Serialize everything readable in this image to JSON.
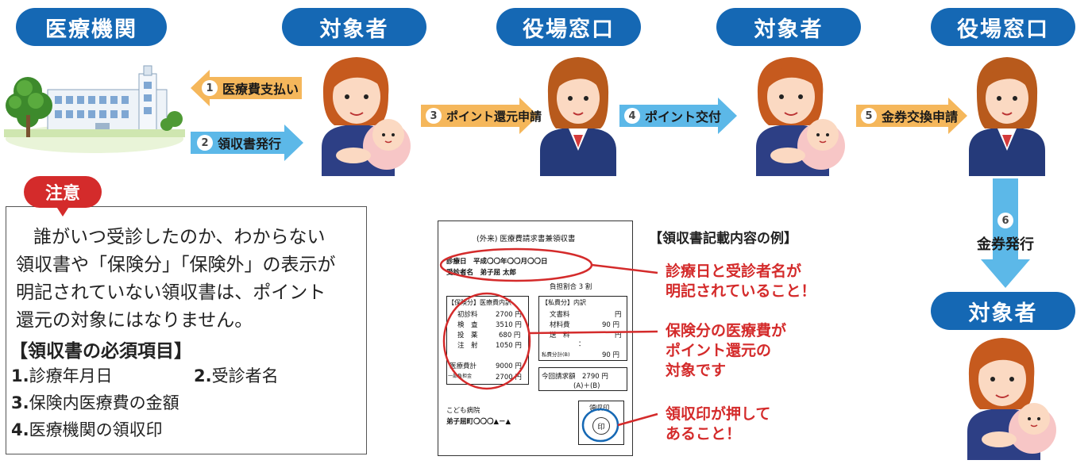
{
  "headers": {
    "medical": "医療機関",
    "target1": "対象者",
    "office1": "役場窓口",
    "target2": "対象者",
    "office2": "役場窓口",
    "target3": "対象者"
  },
  "steps": {
    "s1": {
      "num": "1",
      "label": "医療費支払い"
    },
    "s2": {
      "num": "2",
      "label": "領収書発行"
    },
    "s3": {
      "num": "3",
      "label": "ポイント還元申請"
    },
    "s4": {
      "num": "4",
      "label": "ポイント交付"
    },
    "s5": {
      "num": "5",
      "label": "金券交換申請"
    },
    "s6": {
      "num": "6",
      "label": "金券発行"
    }
  },
  "note": {
    "badge": "注意",
    "line1": "誰がいつ受診したのか、わからない",
    "line2": "領収書や「保険分」「保険外」の表示が",
    "line3": "明記されていない領収書は、ポイント",
    "line4": "還元の対象にはなりません。",
    "req_title": "【領収書の必須項目】",
    "req": [
      {
        "n": "1.",
        "t": "診療年月日"
      },
      {
        "n": "2.",
        "t": "受診者名"
      },
      {
        "n": "3.",
        "t": "保険内医療費の金額"
      },
      {
        "n": "4.",
        "t": "医療機関の領収印"
      }
    ]
  },
  "receipt": {
    "title": "(外来) 医療費請求書兼領収書",
    "date_line": "診療日　平成〇〇年〇〇月〇〇日",
    "patient_line": "受診者名　弟子屈 太郎",
    "ratio": "負担割合 3 割",
    "ins_header": "【保険分】医療費内訳",
    "ins_rows": [
      {
        "k": "初診料",
        "v": "2700 円"
      },
      {
        "k": "検　査",
        "v": "3510 円"
      },
      {
        "k": "投　薬",
        "v": "680 円"
      },
      {
        "k": "注　射",
        "v": "1050 円"
      },
      {
        "k": "医療費計",
        "v": "9000 円"
      },
      {
        "k": "一部負担金",
        "v": "2700 円"
      }
    ],
    "self_header": "【私費分】内訳",
    "self_rows": [
      {
        "k": "文書料",
        "v": "円"
      },
      {
        "k": "材料費",
        "v": "90 円"
      },
      {
        "k": "送　料",
        "v": "円"
      },
      {
        "k": "：",
        "v": ""
      },
      {
        "k": "私費分計(B)",
        "v": "90 円"
      }
    ],
    "total_line": "今回請求額　2790 円",
    "total_sub": "(A)＋(B)",
    "hospital": "こども病院",
    "address": "弟子屈町〇〇〇▲－▲",
    "stamp_label": "領収印",
    "stamp": "印"
  },
  "callouts": {
    "title": "【領収書記載内容の例】",
    "c1": [
      "診療日と受診者名が",
      "明記されていること！"
    ],
    "c2": [
      "保険分の医療費が",
      "ポイント還元の",
      "対象です"
    ],
    "c3": [
      "領収印が押して",
      "あること！"
    ]
  },
  "colors": {
    "header_blue": "#1568b4",
    "arrow_orange": "#f5b75b",
    "arrow_blue": "#5cb8e8",
    "alert_red": "#d42b2b"
  }
}
